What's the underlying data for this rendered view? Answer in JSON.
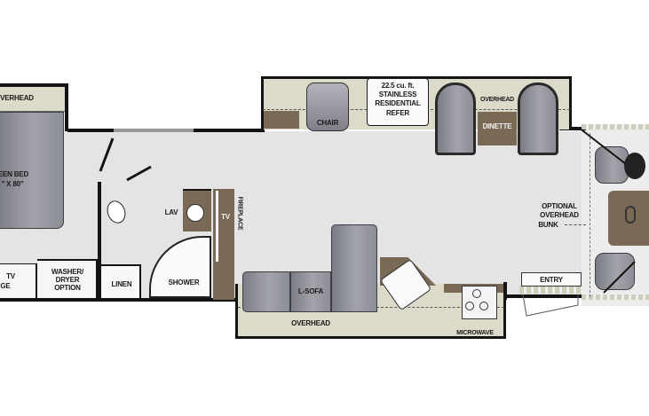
{
  "floorplan": {
    "colors": {
      "floor": "#e4e4e4",
      "wall": "#141414",
      "cushion": "#9a9ba2",
      "wood": "#7a6a55",
      "overhead": "#dcdac9"
    },
    "labels": {
      "bed_overhead": "OVERHEAD",
      "bed": "EEN BED",
      "bed_size": "\" X 80\"",
      "tv_storage": "TV",
      "tv_storage_2": "GE",
      "washer_dryer": "WASHER/\nDRYER\nOPTION",
      "linen": "LINEN",
      "lav": "LAV",
      "tv": "TV",
      "fireplace": "FIREPLACE",
      "shower": "SHOWER",
      "chair": "CHAIR",
      "refer_line1": "22.5 cu. ft.",
      "refer_line2": "STAINLESS",
      "refer_line3": "RESIDENTIAL",
      "refer_line4": "REFER",
      "dinette_overhead": "OVERHEAD",
      "dinette": "DINETTE",
      "l_sofa": "L-SOFA",
      "sofa_overhead": "OVERHEAD",
      "microwave": "MICROWAVE",
      "bunk_line1": "OPTIONAL",
      "bunk_line2": "OVERHEAD",
      "bunk_line3": "BUNK",
      "entry": "ENTRY"
    }
  }
}
